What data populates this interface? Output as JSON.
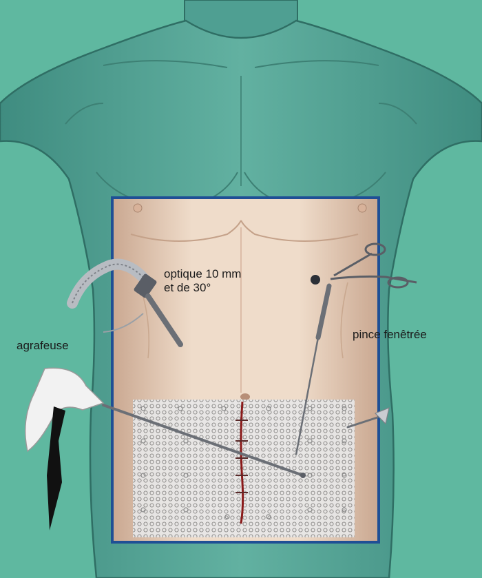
{
  "colors": {
    "background": "#5fb8a0",
    "body_skin": "#4f9f92",
    "body_outline": "#2f6e64",
    "operative_field_skin": "#e9d5c3",
    "field_border": "#1f4f95",
    "mesh": "#d9d9d9",
    "suture": "#8a1a1a",
    "instrument": "#b8bcc2"
  },
  "labels": {
    "optique_line1": "optique 10 mm",
    "optique_line2": "et de 30°",
    "agrafeuse": "agrafeuse",
    "pince": "pince fenêtrée"
  }
}
